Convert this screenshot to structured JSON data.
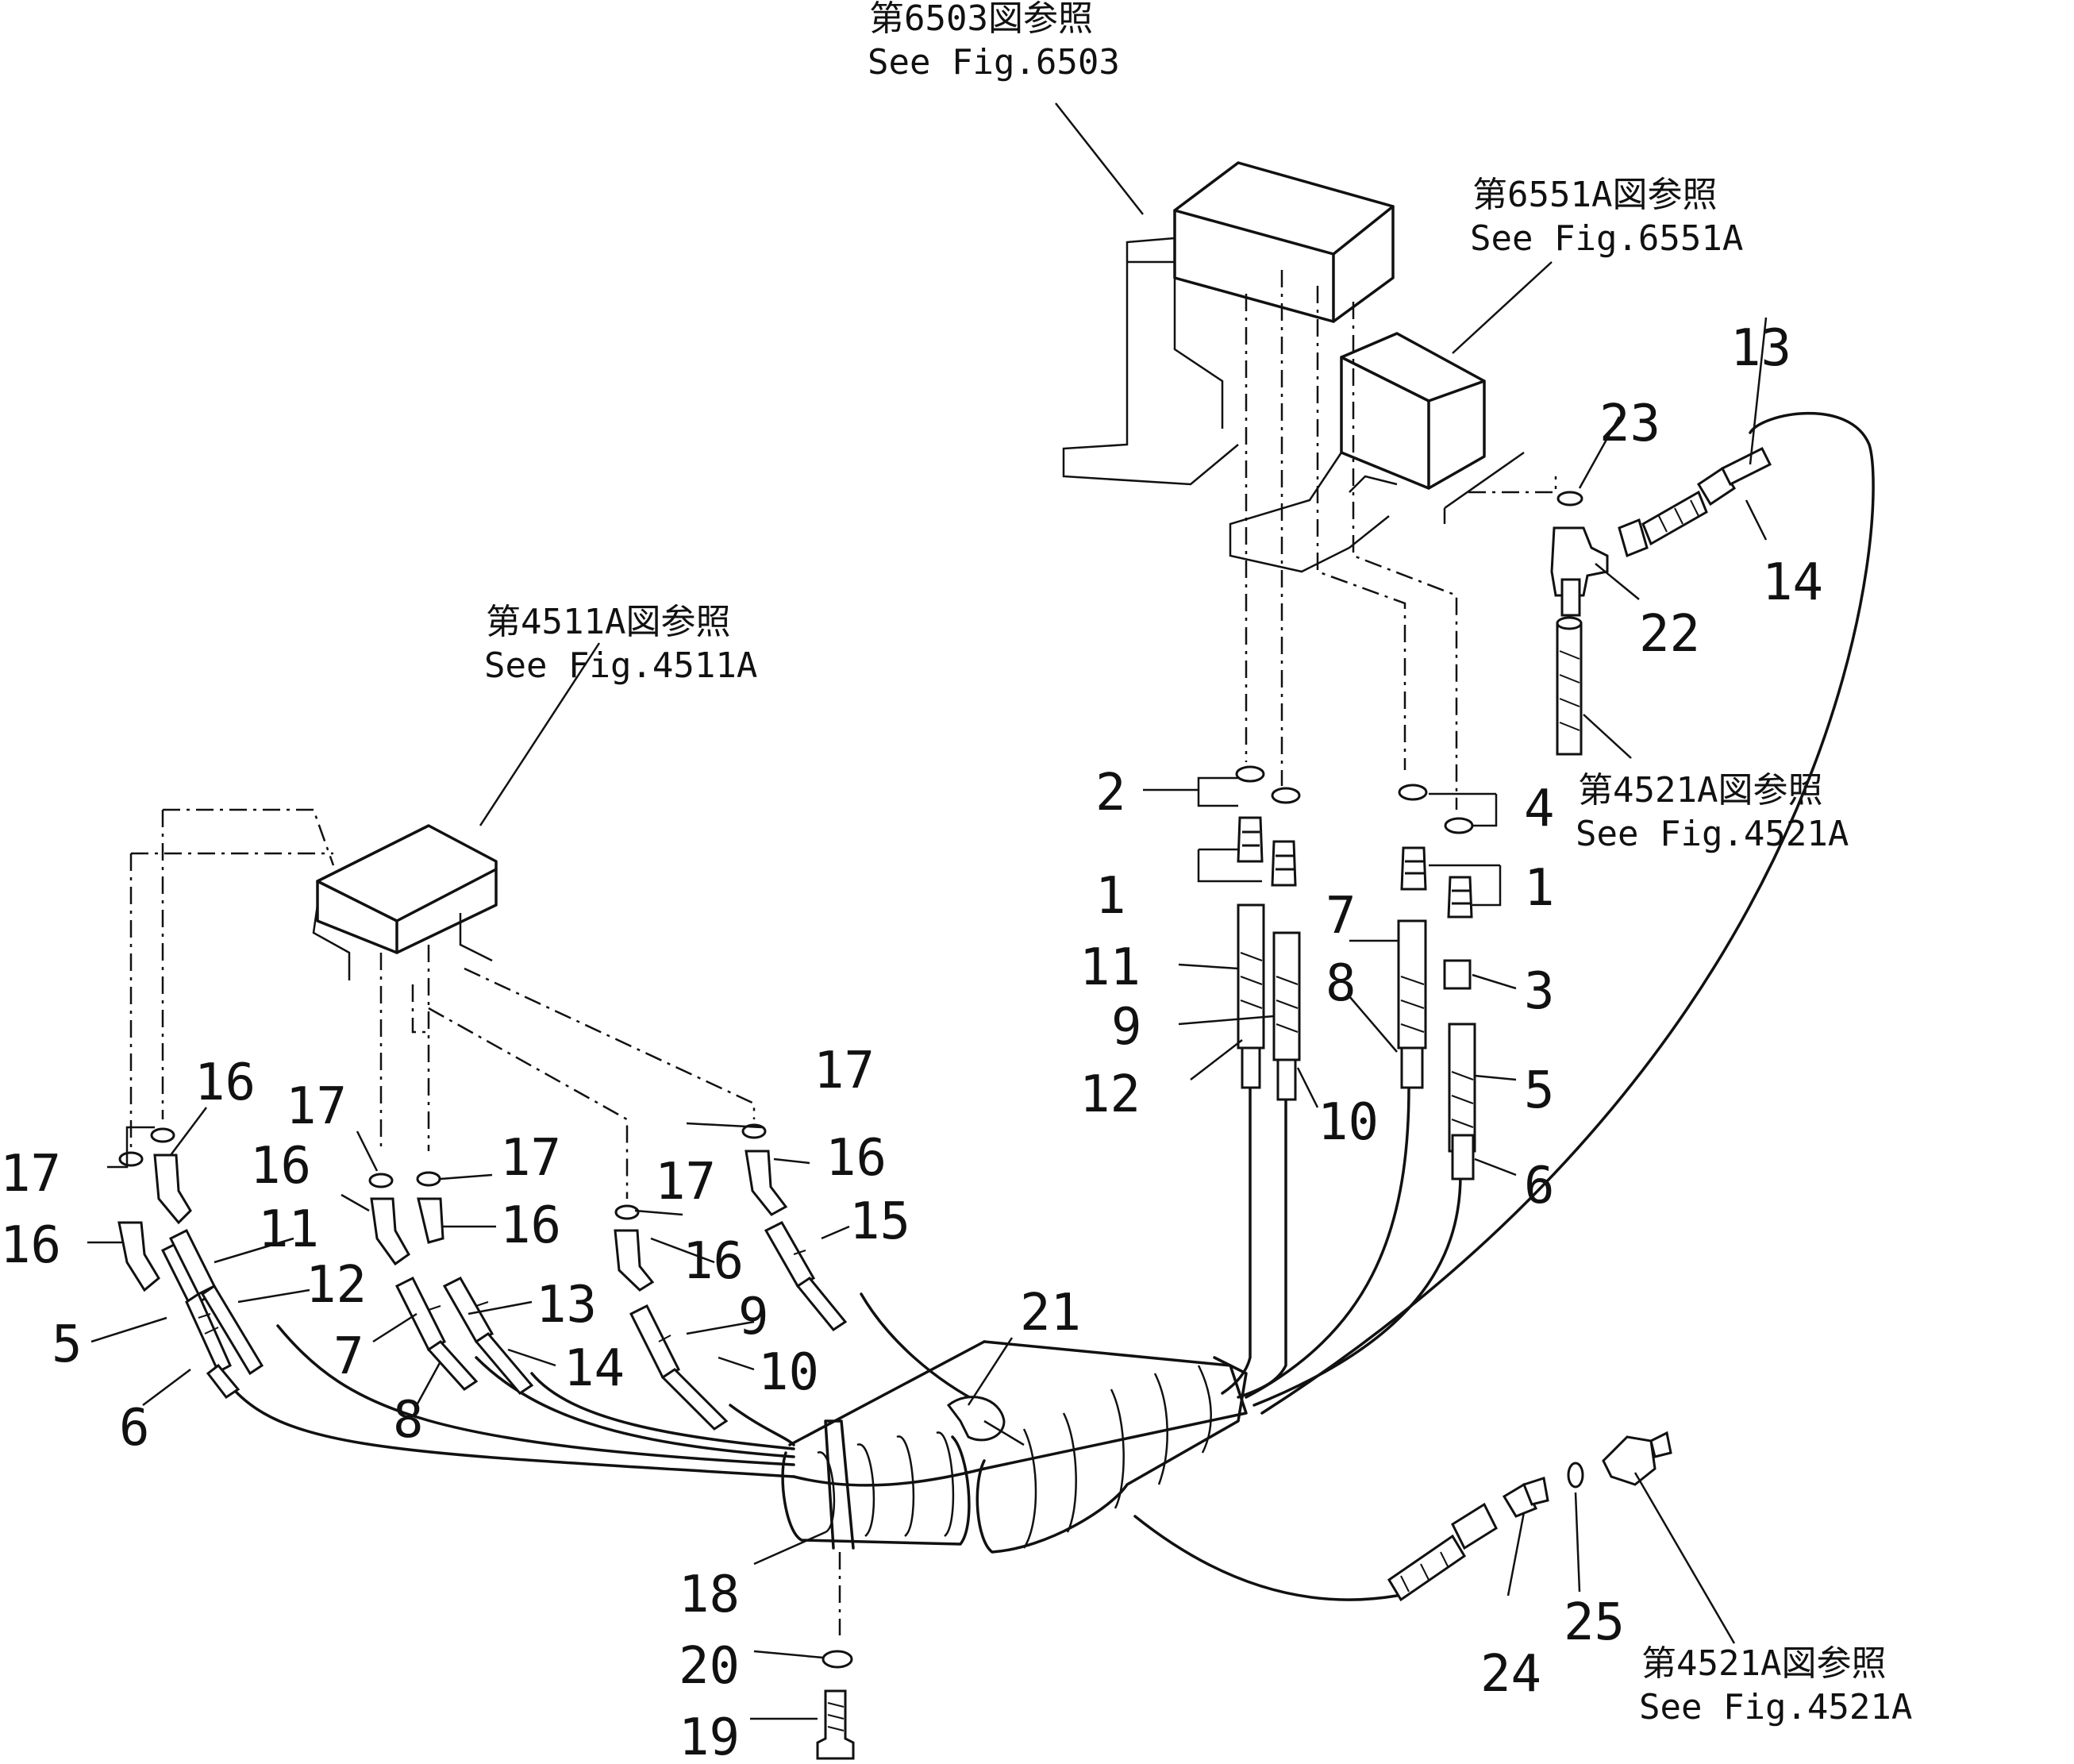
{
  "references": {
    "fig6503": {
      "jp": "第6503図参照",
      "en": "See Fig.6503"
    },
    "fig6551a": {
      "jp": "第6551A図参照",
      "en": "See Fig.6551A"
    },
    "fig4511a": {
      "jp": "第4511A図参照",
      "en": "See Fig.4511A"
    },
    "fig4521a_upper": {
      "jp": "第4521A図参照",
      "en": "See Fig.4521A"
    },
    "fig4521a_lower": {
      "jp": "第4521A図参照",
      "en": "See Fig.4521A"
    }
  },
  "callouts": {
    "n1a": "1",
    "n1b": "1",
    "n2": "2",
    "n3": "3",
    "n4": "4",
    "n5a": "5",
    "n5b": "5",
    "n6a": "6",
    "n6b": "6",
    "n7a": "7",
    "n7b": "7",
    "n8a": "8",
    "n8b": "8",
    "n9a": "9",
    "n9b": "9",
    "n10a": "10",
    "n10b": "10",
    "n11a": "11",
    "n11b": "11",
    "n12a": "12",
    "n12b": "12",
    "n13a": "13",
    "n13b": "13",
    "n14a": "14",
    "n14b": "14",
    "n15": "15",
    "n16a": "16",
    "n16b": "16",
    "n16c": "16",
    "n16d": "16",
    "n16e": "16",
    "n16f": "16",
    "n17a": "17",
    "n17b": "17",
    "n17c": "17",
    "n17d": "17",
    "n17e": "17",
    "n18": "18",
    "n19": "19",
    "n20": "20",
    "n21": "21",
    "n22": "22",
    "n23": "23",
    "n24": "24",
    "n25": "25"
  }
}
